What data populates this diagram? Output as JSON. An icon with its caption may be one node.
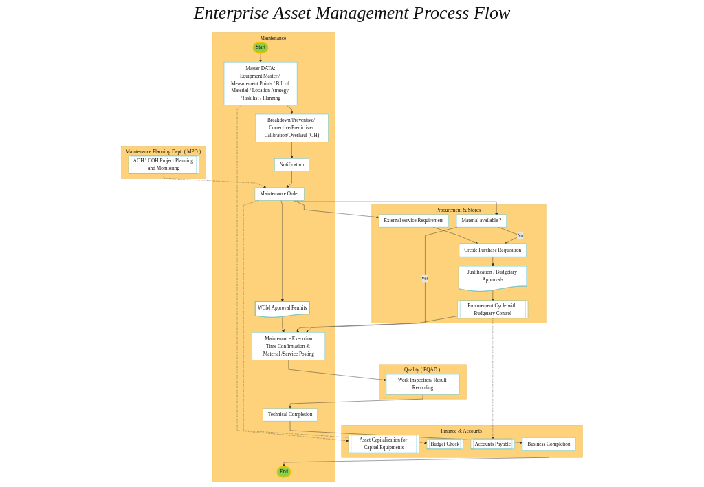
{
  "diagram": {
    "title": "Enterprise Asset Management Process Flow",
    "nodes": [
      {
        "text": [
          "Maintenance Planning Dept. ( MPD )"
        ]
      },
      {
        "text": [
          "Quality ( FQAD )"
        ]
      },
      {
        "text": [
          "Maintenance"
        ]
      },
      {
        "text": [
          "Finance & Accounts"
        ]
      },
      {
        "text": [
          "Procurement & Stores"
        ]
      },
      {
        "text": [
          "Start"
        ],
        "in": 2
      },
      {
        "text": [
          "Master DATA:",
          "Equipment Master / Measurement Points / Bill of Material / Location /strategy /Task list / Planning"
        ],
        "in": 2
      },
      {
        "text": [
          "Asset Capitalization for Capital Equipments"
        ],
        "in": 3
      },
      {
        "text": [
          "External service Requirement"
        ],
        "in": 4
      },
      {
        "text": [
          "Breakdown/Preventive/ Corrective/Predictive/ Calibration/Overhaul (OH)"
        ],
        "in": 2
      },
      {
        "text": [
          "Notification"
        ],
        "in": 2
      },
      {
        "text": [
          "AOH \\ COH Project Planning and Monitoring"
        ],
        "in": 0
      },
      {
        "text": [
          "Budget Check"
        ],
        "in": 3
      },
      {
        "text": [
          "Maintenance Order"
        ],
        "in": 2
      },
      {
        "text": [
          "Material available ?"
        ],
        "in": 4
      },
      {
        "text": [
          "WCM Approval Permits"
        ],
        "in": 2
      },
      {
        "text": [
          "Create Purchase Requisition"
        ],
        "in": 4
      },
      {
        "text": [
          "Justification / Budgetary Approvals"
        ],
        "in": 4
      },
      {
        "text": [
          "Maintenance Execution",
          "Time Confirmation & Material /Service Posting"
        ],
        "in": 2
      },
      {
        "text": [
          "Procurement Cycle with Budgetary Control"
        ],
        "in": 4
      },
      {
        "text": [
          "Work Inspection/ Result Recording"
        ],
        "in": 1
      },
      {
        "text": [
          "Technical Completion"
        ],
        "in": 2
      },
      {
        "text": [
          "Accounts Payable"
        ],
        "in": 3
      },
      {
        "text": [
          "End"
        ],
        "in": 2
      },
      {
        "text": [
          "Business Completion"
        ],
        "in": 3
      }
    ],
    "edges": [
      {
        "from": 5,
        "to": 6,
        "arrow": "to"
      },
      {
        "from": 6,
        "to": 7,
        "arrow": "to",
        "style": "dashed"
      },
      {
        "from": 6,
        "to": 9,
        "arrow": "to"
      },
      {
        "from": 9,
        "to": 10,
        "arrow": "to"
      },
      {
        "from": 10,
        "to": 13,
        "arrow": "to"
      },
      {
        "from": 11,
        "to": 13,
        "arrow": "to",
        "style": "dashed"
      },
      {
        "from": 13,
        "to": 12,
        "arrow": "to",
        "style": "dashed"
      },
      {
        "from": 13,
        "to": 15,
        "arrow": "to"
      },
      {
        "from": 13,
        "to": 8,
        "arrow": "to"
      },
      {
        "from": 13,
        "to": 14,
        "arrow": "to"
      },
      {
        "from": 14,
        "to": 18,
        "arrow": "to",
        "label": "yes"
      },
      {
        "from": 14,
        "to": 16,
        "arrow": "to",
        "label": "No"
      },
      {
        "from": 8,
        "to": 16,
        "arrow": "to"
      },
      {
        "from": 16,
        "to": 17,
        "arrow": "to"
      },
      {
        "from": 17,
        "to": 19,
        "arrow": "to"
      },
      {
        "from": 19,
        "to": 18,
        "arrow": "to"
      },
      {
        "from": 19,
        "to": 22,
        "arrow": "to",
        "style": "dashed"
      },
      {
        "from": 15,
        "to": 18,
        "arrow": "to"
      },
      {
        "from": 18,
        "to": 20,
        "arrow": "to"
      },
      {
        "from": 20,
        "to": 21,
        "arrow": "to"
      },
      {
        "from": 21,
        "to": 24,
        "arrow": "to"
      },
      {
        "from": 24,
        "to": 23,
        "arrow": "to"
      }
    ]
  }
}
